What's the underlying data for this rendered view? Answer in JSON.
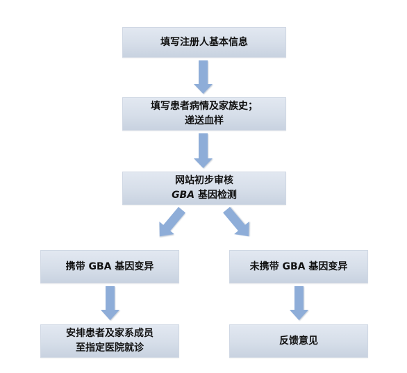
{
  "flowchart": {
    "step1": "填写注册人基本信息",
    "step2": {
      "line1": "填写患者病情及家族史；",
      "line2": "递送血样"
    },
    "step3": {
      "line1": "网站初步审核",
      "line2_prefix": "GBA",
      "line2_suffix": " 基因检测"
    },
    "branch_left": "携带 GBA 基因变异",
    "branch_right": "未携带 GBA 基因变异",
    "result_left": {
      "line1": "安排患者及家系成员",
      "line2": "至指定医院就诊"
    },
    "result_right": "反馈意见"
  },
  "colors": {
    "arrow": "#8eadd8",
    "box_top": "#e2e8f1",
    "box_bottom": "#c8d2e0",
    "text": "#111111"
  }
}
